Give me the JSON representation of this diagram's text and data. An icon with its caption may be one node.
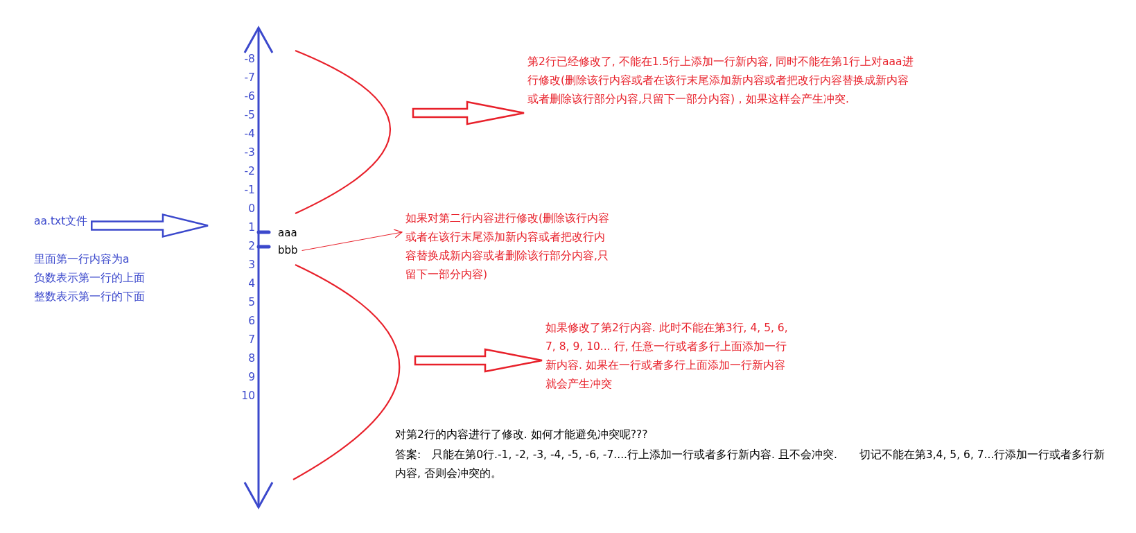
{
  "diagram": {
    "nodes": [
      {
        "text": [
          "aa.txt文件"
        ]
      },
      {
        "text": [
          "bbb"
        ]
      },
      {
        "text": [
          "第2行已经修改了, 不能在1.5行上添加一行新内容, 同时不能在第1行上对aaa进行修改(删除该行内容或者在该行末尾添加新内容或者把改行内容替换成新内容或者删除该行部分内容,只留下一部分内容)，如果这样会产生冲突."
        ]
      },
      {
        "text": [
          "如果对第二行内容进行修改(删除该行内容或者在该行末尾添加新内容或者把改行内容替换成新内容或者删除该行部分内容,只留下一部分内容)"
        ]
      },
      {
        "text": [
          "如果修改了第2行内容.  此时不能在第3行, 4, 5, 6, 7, 8, 9, 10... 行, 任意一行或者多行上面添加一行新内容. 如果在一行或者多行上面添加一行新内容就会产生冲突"
        ]
      }
    ],
    "edges": [
      {
        "from": 0,
        "to": null,
        "arrow": "to",
        "style": "thick",
        "color": "#3b48cc"
      },
      {
        "from": null,
        "to": 2,
        "arrow": "to",
        "style": "thick",
        "color": "#e8202a"
      },
      {
        "from": 1,
        "to": 3,
        "arrow": "to",
        "color": "#e8202a"
      },
      {
        "from": null,
        "to": 4,
        "arrow": "to",
        "style": "thick",
        "color": "#e8202a"
      }
    ],
    "labels": [
      "-8",
      "-7",
      "-6",
      "-5",
      "-4",
      "-3",
      "-2",
      "-1",
      "0",
      "1",
      "2",
      "3",
      "4",
      "5",
      "6",
      "7",
      "8",
      "9",
      "10",
      "aaa",
      "里面第一行内容为a",
      "负数表示第一行的上面",
      "整数表示第一行的下面",
      "对第2行的内容进行了修改.  如何才能避免冲突呢???",
      "答案:　只能在第0行.-1, -2, -3, -4, -5, -6, -7....行上添加一行或者多行新内容. 且不会冲突.　　切记不能在第3,4, 5, 6, 7...行添加一行或者多行新内容, 否则会冲突的。"
    ]
  }
}
